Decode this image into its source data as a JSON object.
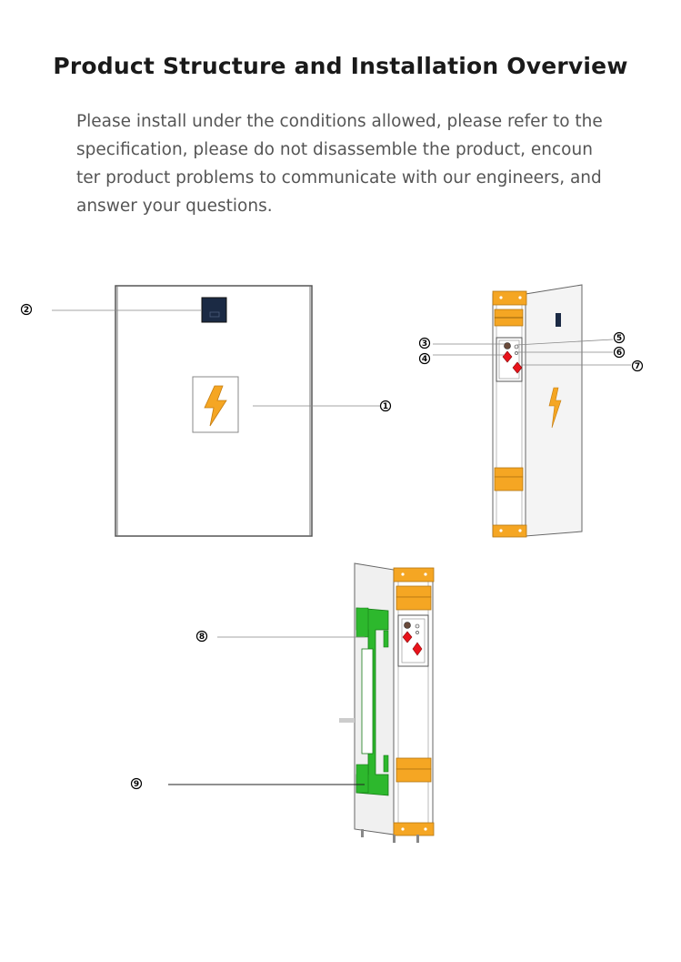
{
  "page": {
    "title": "Product Structure and Installation Overview",
    "description_lines": [
      "Please install under the conditions allowed, please refer to the",
      "specification, please do not disassemble the product, encoun",
      "ter product problems to communicate with our engineers, and",
      "answer your questions."
    ]
  },
  "callouts": [
    "1",
    "2",
    "3",
    "4",
    "5",
    "6",
    "7",
    "8",
    "9"
  ],
  "colors": {
    "orange": "#f5a623",
    "green": "#2db82d",
    "red_terminal": "#e8131b",
    "panel": "#f4f4f4",
    "outline": "#555555"
  },
  "icons": [
    "lightning-icon",
    "display-screen-icon",
    "terminal-icon"
  ]
}
